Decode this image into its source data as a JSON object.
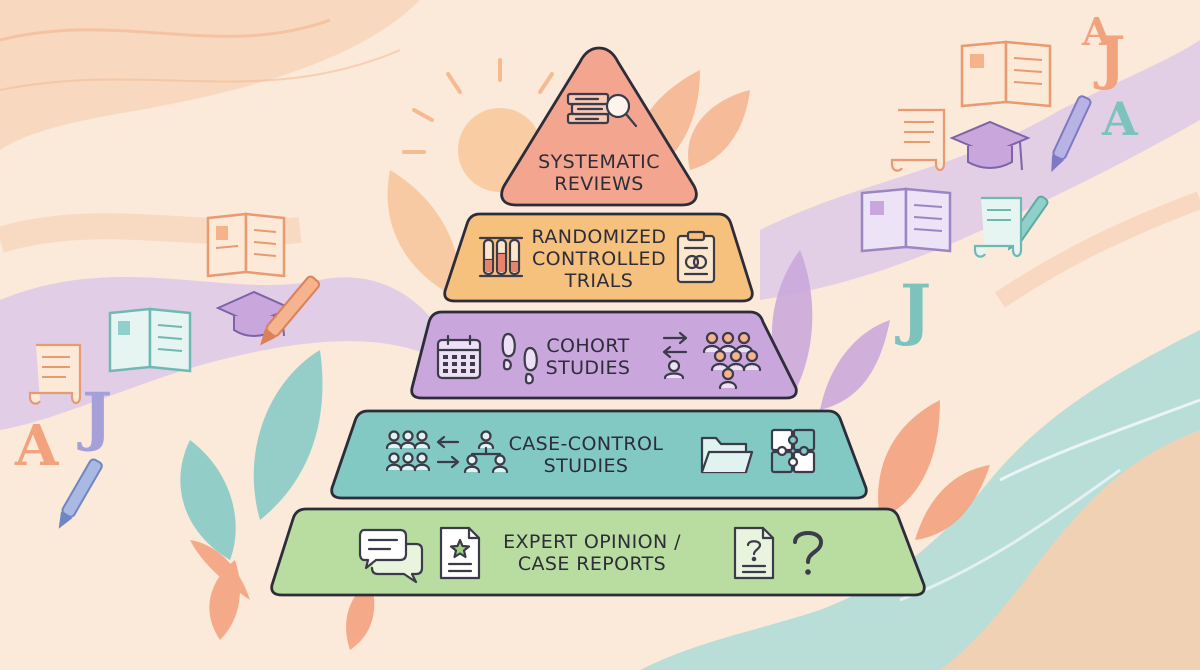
{
  "pyramid": {
    "tiers": [
      {
        "id": "systematic-reviews",
        "lines": [
          "SYSTEMATIC",
          "REVIEWS"
        ],
        "color": "#f3a58f"
      },
      {
        "id": "randomized-controlled-trials",
        "lines": [
          "RANDOMIZED",
          "CONTROLLED",
          "TRIALS"
        ],
        "color": "#f6c17d"
      },
      {
        "id": "cohort-studies",
        "lines": [
          "COHORT",
          "STUDIES"
        ],
        "color": "#c9a6dc"
      },
      {
        "id": "case-control-studies",
        "lines": [
          "CASE-CONTROL",
          "STUDIES"
        ],
        "color": "#82c9c4"
      },
      {
        "id": "expert-opinion-case-reports",
        "lines": [
          "EXPERT OPINION /",
          "CASE REPORTS"
        ],
        "color": "#b9dca0"
      }
    ],
    "icons": {
      "systematic-reviews": [
        "book-stack-magnifier-icon"
      ],
      "randomized-controlled-trials": [
        "test-tubes-icon",
        "clipboard-icon"
      ],
      "cohort-studies": [
        "calendar-icon",
        "footprints-icon",
        "group-exchange-icon"
      ],
      "case-control-studies": [
        "group-compare-icon",
        "folder-icon",
        "puzzle-icon"
      ],
      "expert-opinion-case-reports": [
        "speech-bubbles-icon",
        "star-document-icon",
        "question-document-icon",
        "question-mark-icon"
      ]
    }
  },
  "decorations": {
    "letters": [
      "A",
      "J",
      "A",
      "J",
      "A",
      "J"
    ],
    "icons": [
      "open-book-icon",
      "graduation-cap-icon",
      "pen-icon",
      "scroll-icon",
      "leaf-icon",
      "sun-icon"
    ]
  },
  "colors": {
    "background": "#fbe9d9",
    "outline": "#2d2d3a",
    "lavender": "#cfb8e6",
    "teal": "#8fd0cb",
    "peach": "#f6b48e"
  }
}
